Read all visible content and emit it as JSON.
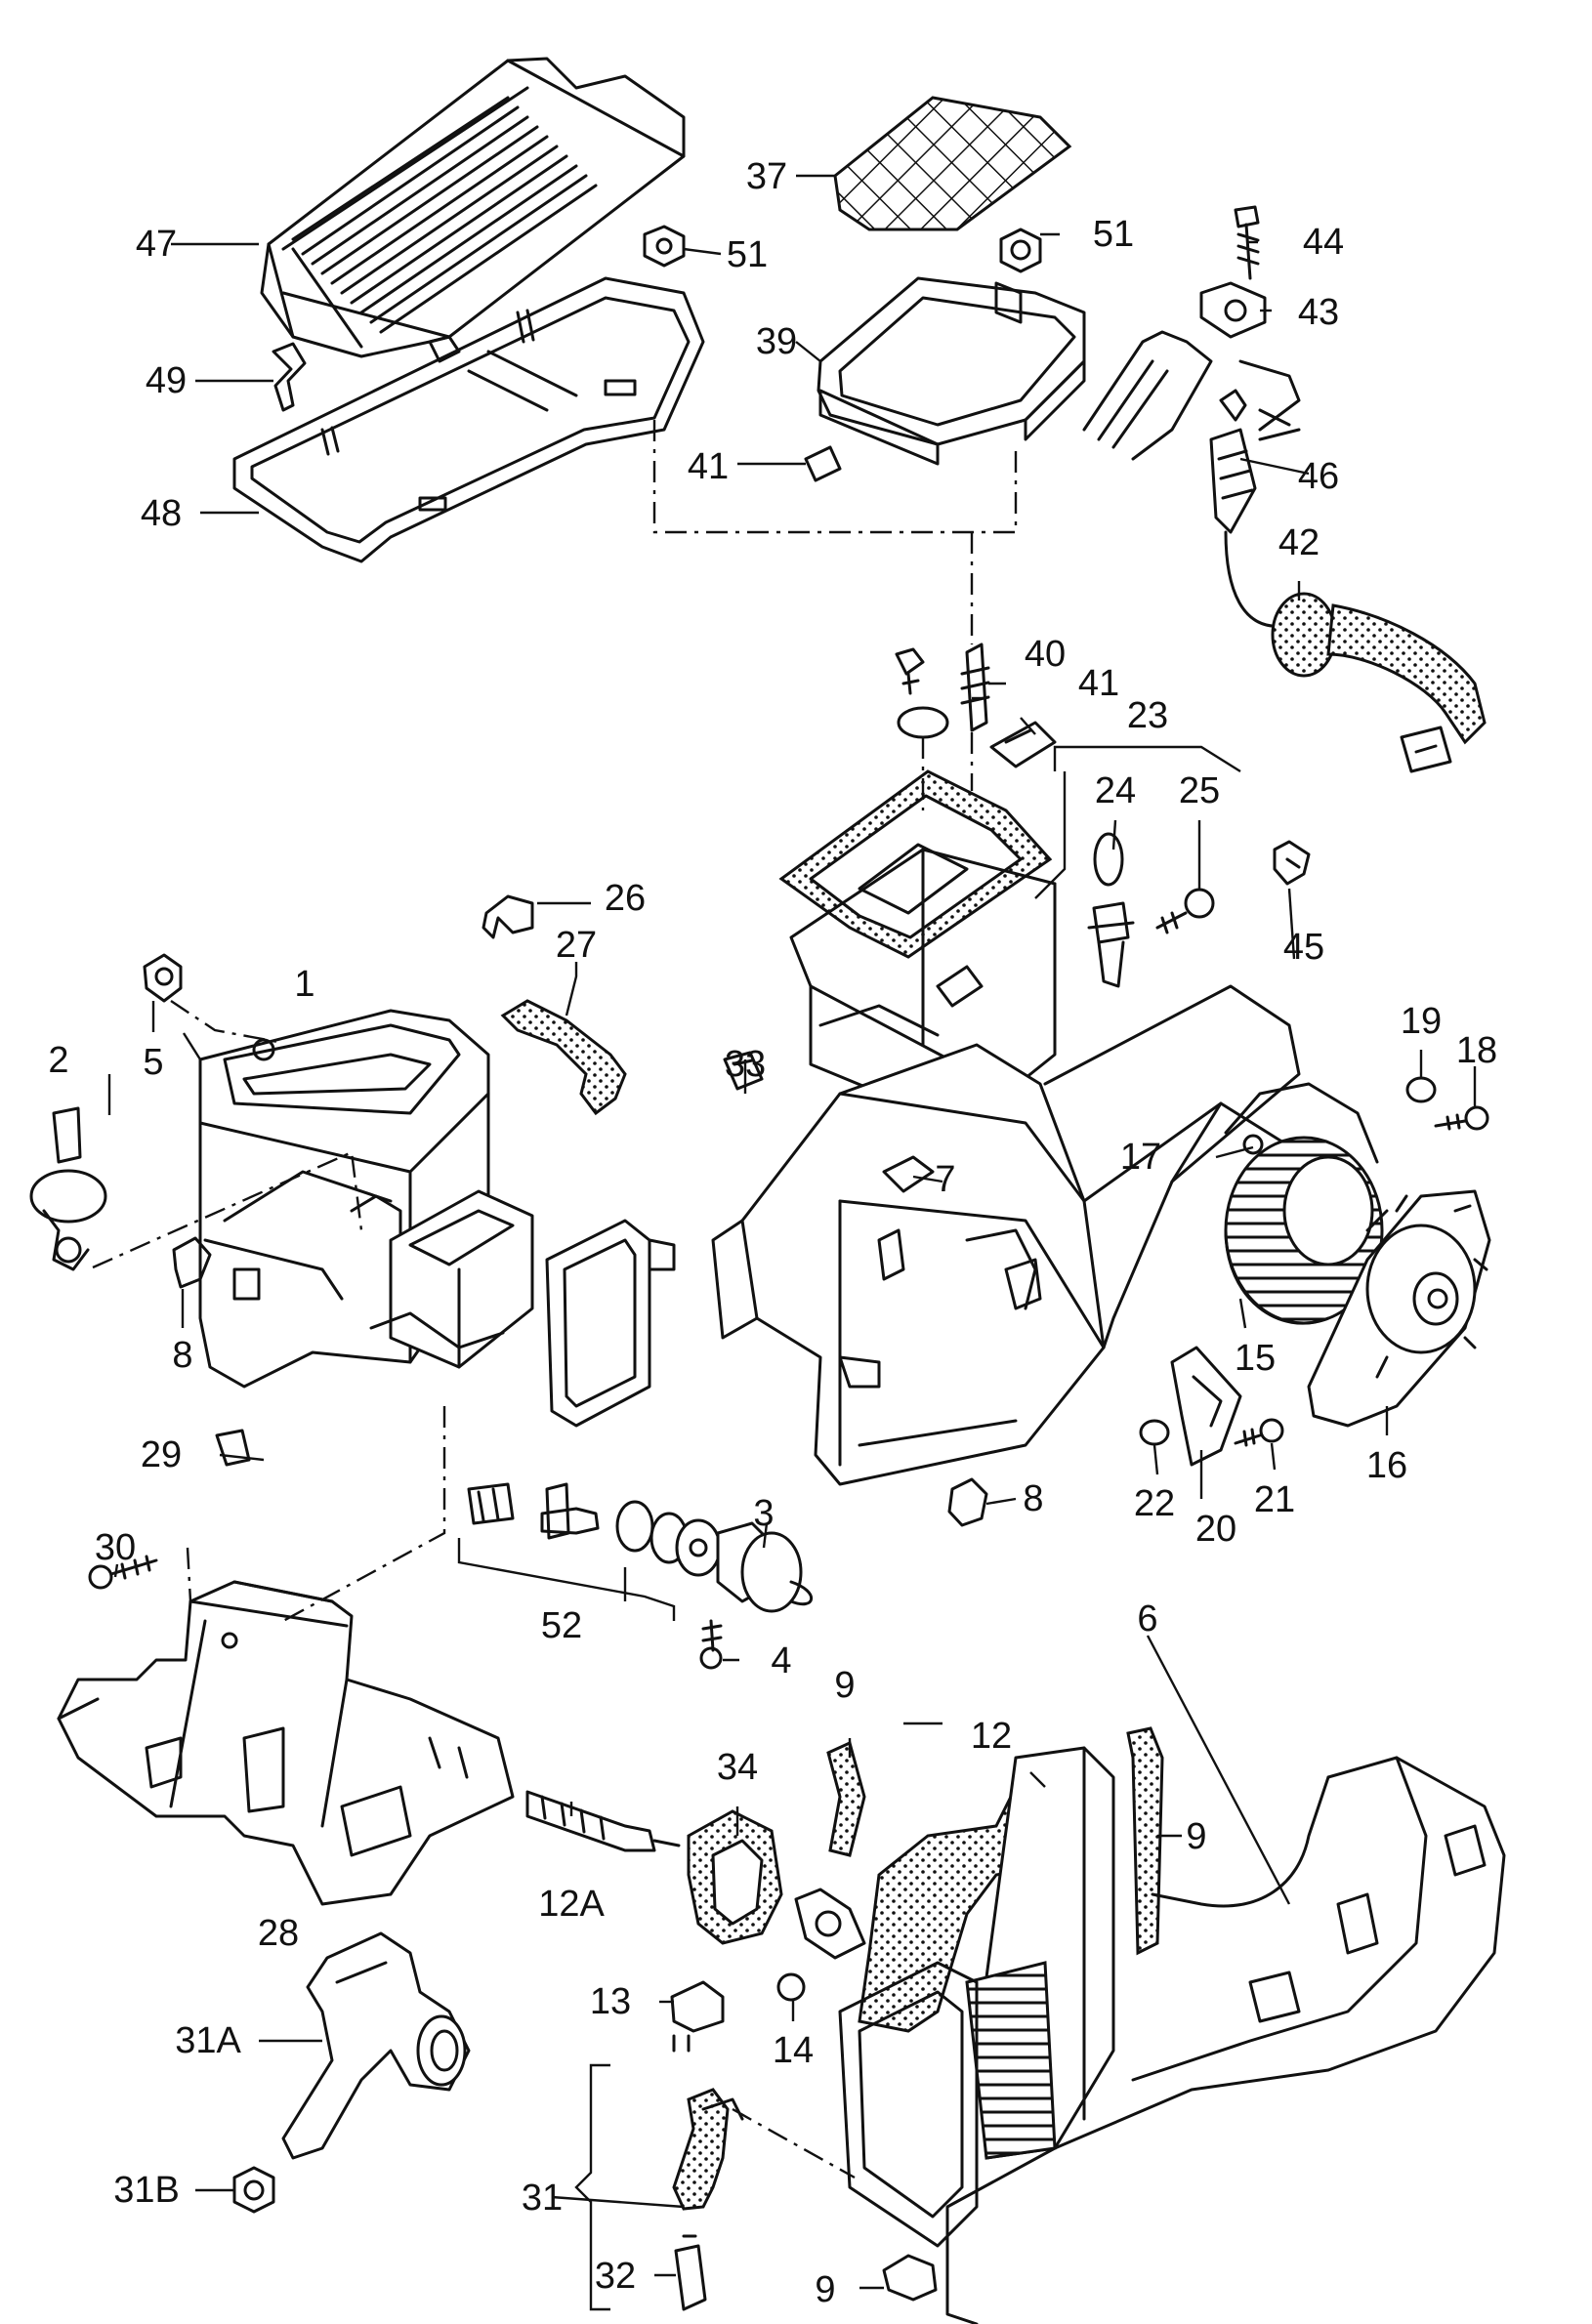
{
  "callouts": [
    {
      "id": "1",
      "label": "1"
    },
    {
      "id": "2",
      "label": "2"
    },
    {
      "id": "3",
      "label": "3"
    },
    {
      "id": "4",
      "label": "4"
    },
    {
      "id": "5",
      "label": "5"
    },
    {
      "id": "6",
      "label": "6"
    },
    {
      "id": "7",
      "label": "7"
    },
    {
      "id": "8a",
      "label": "8"
    },
    {
      "id": "8b",
      "label": "8"
    },
    {
      "id": "9a",
      "label": "9"
    },
    {
      "id": "9b",
      "label": "9"
    },
    {
      "id": "9c",
      "label": "9"
    },
    {
      "id": "12",
      "label": "12"
    },
    {
      "id": "12A",
      "label": "12A"
    },
    {
      "id": "13",
      "label": "13"
    },
    {
      "id": "14",
      "label": "14"
    },
    {
      "id": "15",
      "label": "15"
    },
    {
      "id": "16",
      "label": "16"
    },
    {
      "id": "17",
      "label": "17"
    },
    {
      "id": "18",
      "label": "18"
    },
    {
      "id": "19",
      "label": "19"
    },
    {
      "id": "20",
      "label": "20"
    },
    {
      "id": "21",
      "label": "21"
    },
    {
      "id": "22",
      "label": "22"
    },
    {
      "id": "23",
      "label": "23"
    },
    {
      "id": "24",
      "label": "24"
    },
    {
      "id": "25",
      "label": "25"
    },
    {
      "id": "26",
      "label": "26"
    },
    {
      "id": "27",
      "label": "27"
    },
    {
      "id": "28",
      "label": "28"
    },
    {
      "id": "29",
      "label": "29"
    },
    {
      "id": "30",
      "label": "30"
    },
    {
      "id": "31",
      "label": "31"
    },
    {
      "id": "31A",
      "label": "31A"
    },
    {
      "id": "31B",
      "label": "31B"
    },
    {
      "id": "32",
      "label": "32"
    },
    {
      "id": "33",
      "label": "33"
    },
    {
      "id": "34",
      "label": "34"
    },
    {
      "id": "37",
      "label": "37"
    },
    {
      "id": "39",
      "label": "39"
    },
    {
      "id": "40",
      "label": "40"
    },
    {
      "id": "41a",
      "label": "41"
    },
    {
      "id": "41b",
      "label": "41"
    },
    {
      "id": "42",
      "label": "42"
    },
    {
      "id": "43",
      "label": "43"
    },
    {
      "id": "44",
      "label": "44"
    },
    {
      "id": "45",
      "label": "45"
    },
    {
      "id": "46",
      "label": "46"
    },
    {
      "id": "47",
      "label": "47"
    },
    {
      "id": "48",
      "label": "48"
    },
    {
      "id": "49",
      "label": "49"
    },
    {
      "id": "51a",
      "label": "51"
    },
    {
      "id": "51b",
      "label": "51"
    },
    {
      "id": "52",
      "label": "52"
    }
  ]
}
